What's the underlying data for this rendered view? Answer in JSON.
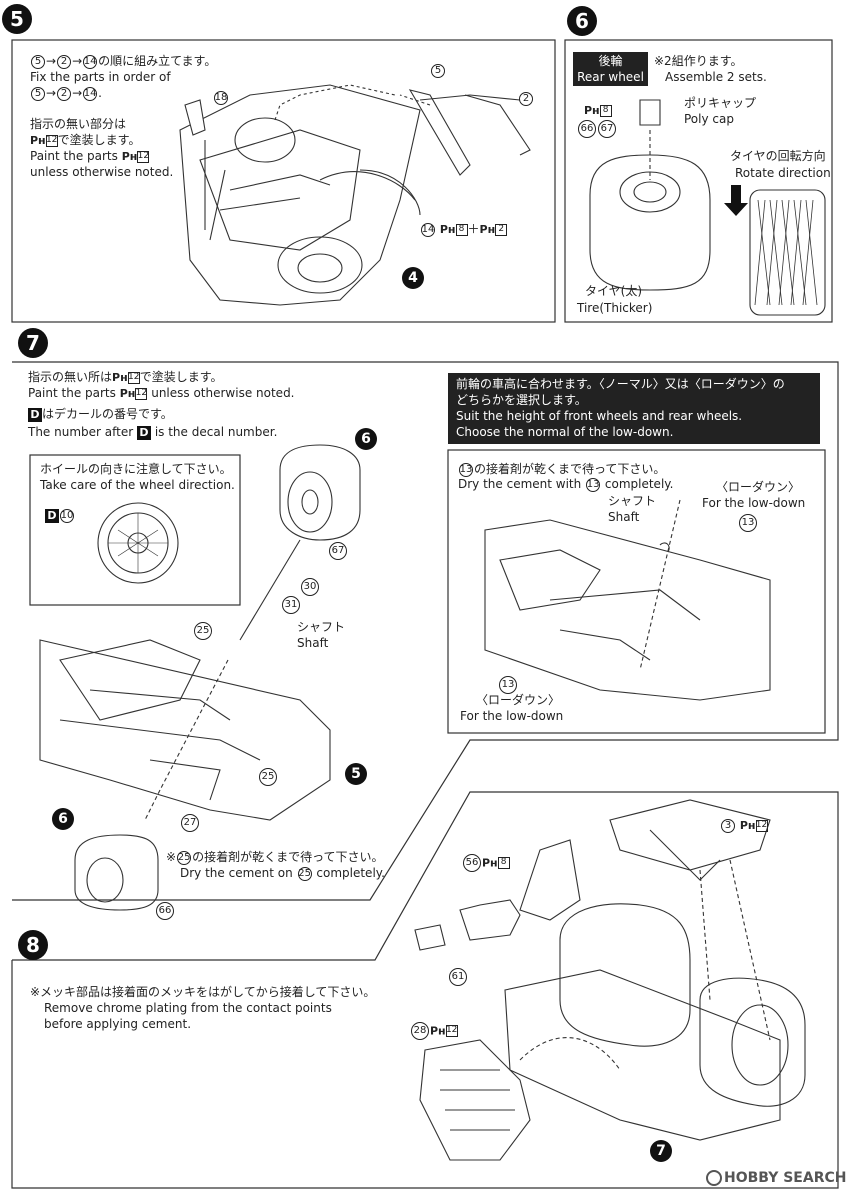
{
  "step5": {
    "number": "5",
    "order_jp": "の順に組み立てます。",
    "order_en_1": "Fix the parts in order of",
    "seq": [
      "5",
      "2",
      "14"
    ],
    "note_jp_1": "指示の無い部分は",
    "note_jp_2": "で塗装します。",
    "note_en_1": "Paint the parts",
    "note_en_2": "unless otherwise noted.",
    "paint_code": "12",
    "callouts": {
      "p18": "18",
      "p5": "5",
      "p2": "2",
      "p14": "14",
      "p14_paint_a": "8",
      "p14_paint_b": "2",
      "step_ref": "4"
    }
  },
  "step6": {
    "number": "6",
    "header_jp": "後輪",
    "header_en": "Rear wheel",
    "assemble_jp": "※2組作ります。",
    "assemble_en": "Assemble 2 sets.",
    "paint_code": "8",
    "part_a": "66",
    "part_b": "67",
    "polycap_jp": "ポリキャップ",
    "polycap_en": "Poly cap",
    "rotate_jp": "タイヤの回転方向",
    "rotate_en": "Rotate direction",
    "tire_jp": "タイヤ(太)",
    "tire_en": "Tire(Thicker)"
  },
  "step7": {
    "number": "7",
    "paint_jp": "指示の無い所は",
    "paint_jp_2": "で塗装します。",
    "paint_en_1": "Paint the parts",
    "paint_en_2": "unless otherwise noted.",
    "paint_code": "12",
    "decal_jp": "はデカールの番号です。",
    "decal_en_1": "The number after",
    "decal_en_2": "is the decal number.",
    "decal_letter": "D",
    "height_jp_1": "前輪の車高に合わせます。〈ノーマル〉又は〈ローダウン〉の",
    "height_jp_2": "どちらかを選択します。",
    "height_en_1": "Suit the height of front wheels and rear wheels.",
    "height_en_2": "Choose the normal of the low-down.",
    "wheel_dir_jp": "ホイールの向きに注意して下さい。",
    "wheel_dir_en": "Take care of the wheel direction.",
    "decal_no": "10",
    "shaft_jp": "シャフト",
    "shaft_en": "Shaft",
    "cement13_jp": "の接着剤が乾くまで待って下さい。",
    "cement13_en_1": "Dry the cement with",
    "cement13_en_2": "completely.",
    "lowdown_jp": "〈ローダウン〉",
    "lowdown_en": "For the low-down",
    "cement25_jp": "の接着剤が乾くまで待って下さい。",
    "cement25_en_1": "Dry the cement on",
    "cement25_en_2": "completely.",
    "parts": {
      "p6": "6",
      "p67": "67",
      "p30": "30",
      "p31": "31",
      "p25": "25",
      "p5": "5",
      "p27": "27",
      "p66": "66",
      "p13": "13"
    }
  },
  "step8": {
    "number": "8",
    "chrome_jp": "※メッキ部品は接着面のメッキをはがしてから接着して下さい。",
    "chrome_en_1": "Remove chrome plating from the contact points",
    "chrome_en_2": "before applying cement.",
    "parts": {
      "p3": "3",
      "p3_paint": "12",
      "p56": "56",
      "p56_paint": "8",
      "p61": "61",
      "p28": "28",
      "p28_paint": "12",
      "p7": "7"
    }
  },
  "watermark": "HOBBY SEARCH"
}
